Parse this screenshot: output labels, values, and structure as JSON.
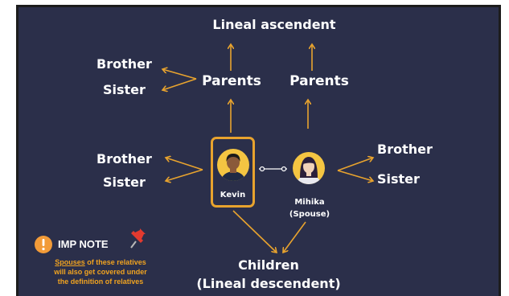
{
  "diagram": {
    "top": "Lineal ascendent",
    "parents_left": "Parents",
    "parents_right": "Parents",
    "left_upper": {
      "brother": "Brother",
      "sister": "Sister"
    },
    "left_lower": {
      "brother": "Brother",
      "sister": "Sister"
    },
    "right": {
      "brother": "Brother",
      "sister": "Sister"
    },
    "kevin": "Kevin",
    "mihika_line1": "Mihika",
    "mihika_line2": "(Spouse)",
    "children_line1": "Children",
    "children_line2": "(Lineal descendent)"
  },
  "note": {
    "title": "IMP NOTE",
    "emphasis": "Spouses",
    "text_rest": " of these relatives",
    "line2": "will also get covered under",
    "line3": "the definition of relatives"
  },
  "colors": {
    "background": "#2b2f4a",
    "arrow": "#e8a32e",
    "text": "#ffffff",
    "note_text": "#f0a320",
    "avatar_circle": "#f4c542"
  }
}
